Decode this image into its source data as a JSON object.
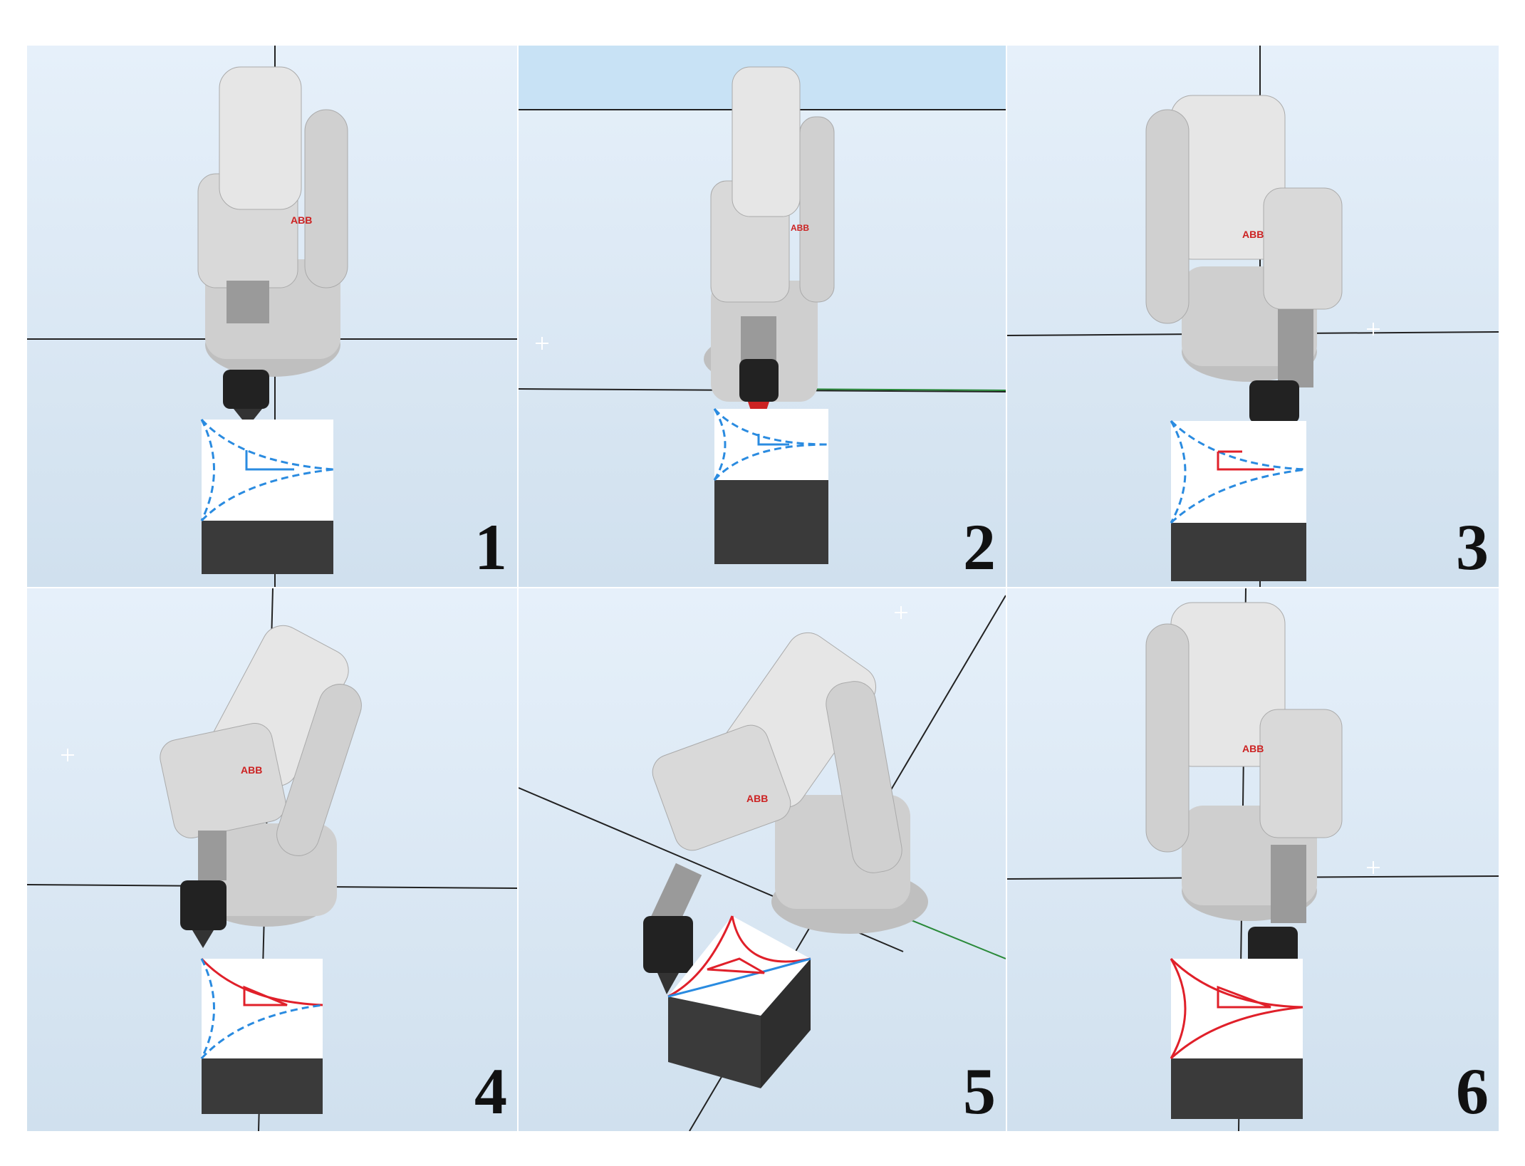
{
  "panels": [
    {
      "number": "1",
      "robot_logo": "ABB",
      "trajectory_color": "#2a8be0",
      "pose": "start"
    },
    {
      "number": "2",
      "robot_logo": "ABB",
      "trajectory_color": "#2a8be0",
      "pose": "tool-down"
    },
    {
      "number": "3",
      "robot_logo": "ABB",
      "trajectory_color": "#e0202a",
      "pose": "tracing-inner"
    },
    {
      "number": "4",
      "robot_logo": "ABB",
      "trajectory_color": "#e0202a",
      "pose": "tracing-corner"
    },
    {
      "number": "5",
      "robot_logo": "ABB",
      "trajectory_color": "#e0202a",
      "pose": "perspective"
    },
    {
      "number": "6",
      "robot_logo": "ABB",
      "trajectory_color": "#e0202a",
      "pose": "complete"
    }
  ],
  "colors": {
    "planned_path": "#2a8be0",
    "traced_path": "#e0202a",
    "robot_body": "#d6d6d6",
    "workpiece_top": "#ffffff",
    "workpiece_side": "#3a3a3a"
  }
}
